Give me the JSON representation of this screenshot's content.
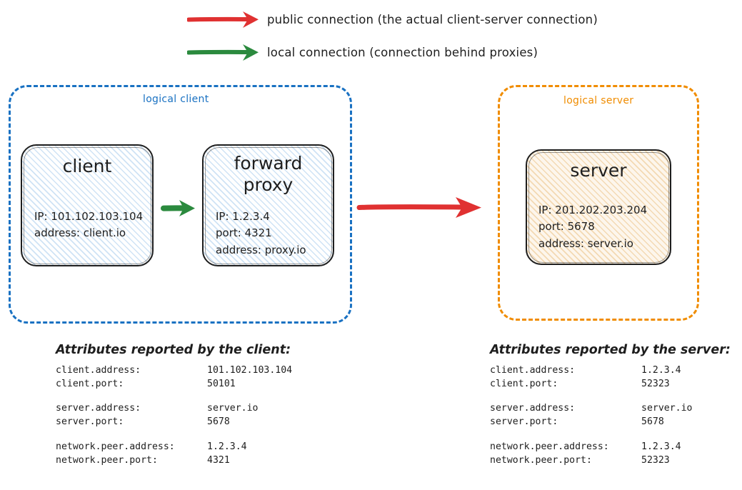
{
  "legend": [
    {
      "icon": "red-arrow-icon",
      "color": "#e03131",
      "label": "public connection (the actual client-server connection)"
    },
    {
      "icon": "green-arrow-icon",
      "color": "#2b8a3e",
      "label": "local connection (connection behind proxies)"
    }
  ],
  "colors": {
    "public_arrow": "#e03131",
    "local_arrow": "#2b8a3e",
    "logical_client_border": "#1971c2",
    "logical_server_border": "#f08c00",
    "node_border": "#1e1e1e",
    "client_fill_hatch": "#cfe3f5",
    "server_fill_hatch": "#f3d9b3"
  },
  "logical_client": {
    "label": "logical client",
    "nodes": [
      {
        "id": "client",
        "title": "client",
        "props": "IP: 101.102.103.104\naddress: client.io"
      },
      {
        "id": "forward-proxy",
        "title": "forward\nproxy",
        "props": "IP: 1.2.3.4\nport: 4321\naddress: proxy.io"
      }
    ]
  },
  "logical_server": {
    "label": "logical server",
    "nodes": [
      {
        "id": "server",
        "title": "server",
        "props": "IP: 201.202.203.204\nport: 5678\naddress: server.io"
      }
    ]
  },
  "connections": [
    {
      "id": "client-to-proxy",
      "kind": "local"
    },
    {
      "id": "proxy-to-server",
      "kind": "public"
    }
  ],
  "attributes_client": {
    "heading": "Attributes reported by the client:",
    "groups": [
      [
        {
          "key": "client.address:",
          "value": "101.102.103.104"
        },
        {
          "key": "client.port:",
          "value": "50101"
        }
      ],
      [
        {
          "key": "server.address:",
          "value": "server.io"
        },
        {
          "key": "server.port:",
          "value": "5678"
        }
      ],
      [
        {
          "key": "network.peer.address:",
          "value": "1.2.3.4"
        },
        {
          "key": "network.peer.port:",
          "value": "4321"
        }
      ]
    ]
  },
  "attributes_server": {
    "heading": "Attributes reported by the server:",
    "groups": [
      [
        {
          "key": "client.address:",
          "value": "1.2.3.4"
        },
        {
          "key": "client.port:",
          "value": "52323"
        }
      ],
      [
        {
          "key": "server.address:",
          "value": "server.io"
        },
        {
          "key": "server.port:",
          "value": "5678"
        }
      ],
      [
        {
          "key": "network.peer.address:",
          "value": "1.2.3.4"
        },
        {
          "key": "network.peer.port:",
          "value": "52323"
        }
      ]
    ]
  }
}
